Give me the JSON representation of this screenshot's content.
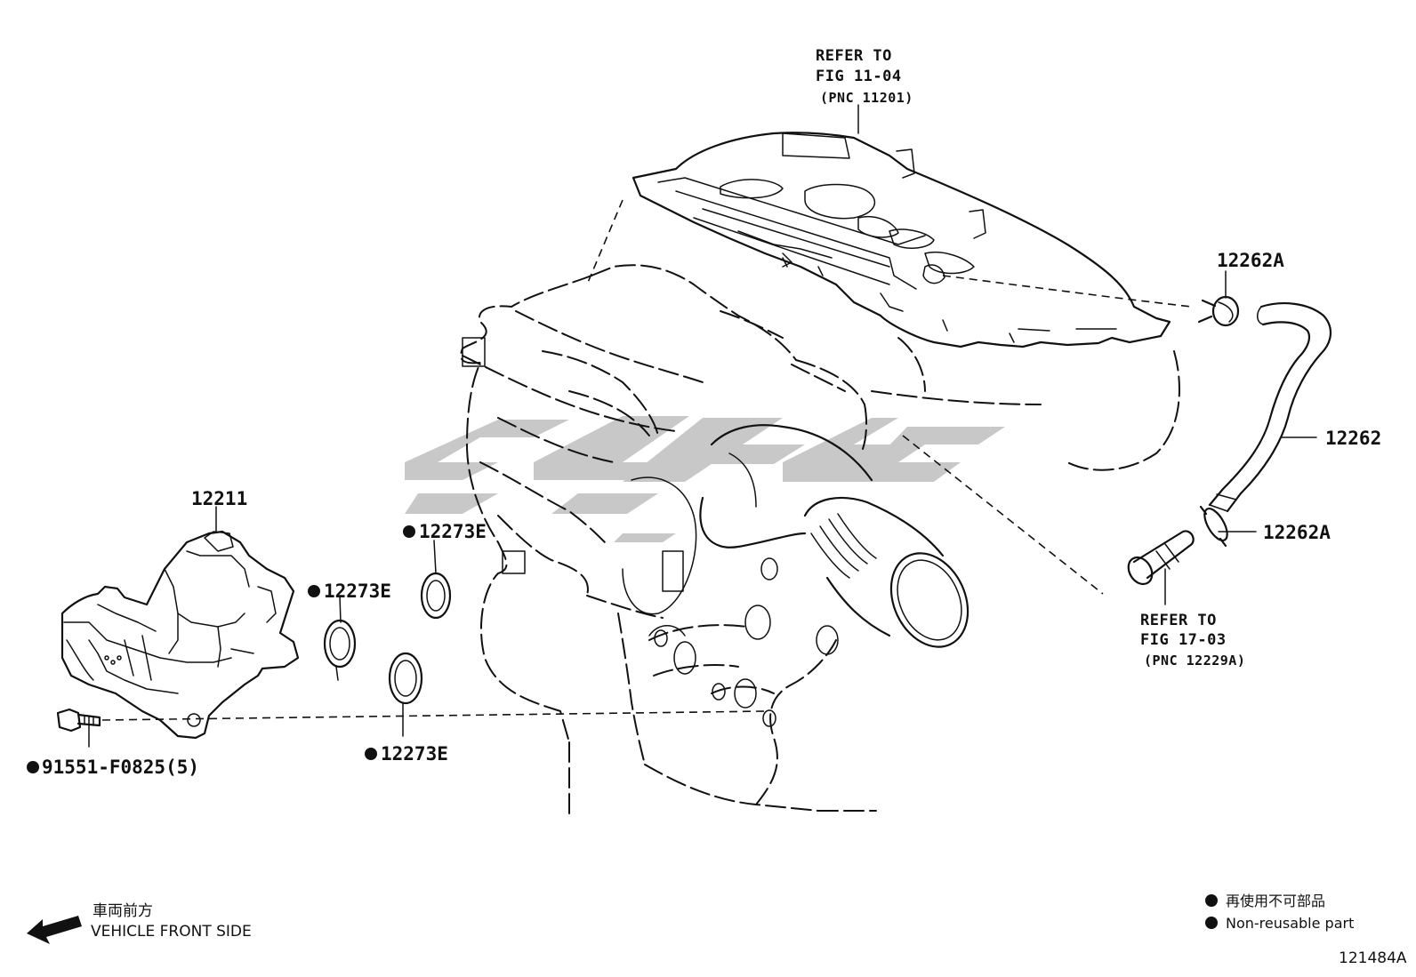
{
  "refs": {
    "top": {
      "line1": "REFER TO",
      "line2": "FIG 11-04",
      "line3": "(PNC 11201)"
    },
    "right": {
      "line1": "REFER TO",
      "line2": "FIG 17-03",
      "line3": "(PNC 12229A)"
    }
  },
  "parts": {
    "clamp_top": "12262A",
    "hose": "12262",
    "clamp_bottom": "12262A",
    "separator": "12211",
    "gasket_a": "12273E",
    "gasket_b": "12273E",
    "gasket_c": "12273E",
    "bolt": "91551-F0825(5)"
  },
  "front_indicator": {
    "jp": "車両前方",
    "en": "VEHICLE FRONT SIDE"
  },
  "legend": {
    "jp": "再使用不可部品",
    "en": "Non-reusable part"
  },
  "figure_code": "121484A",
  "colors": {
    "line": "#111111",
    "watermark": "#c6c6c6"
  }
}
